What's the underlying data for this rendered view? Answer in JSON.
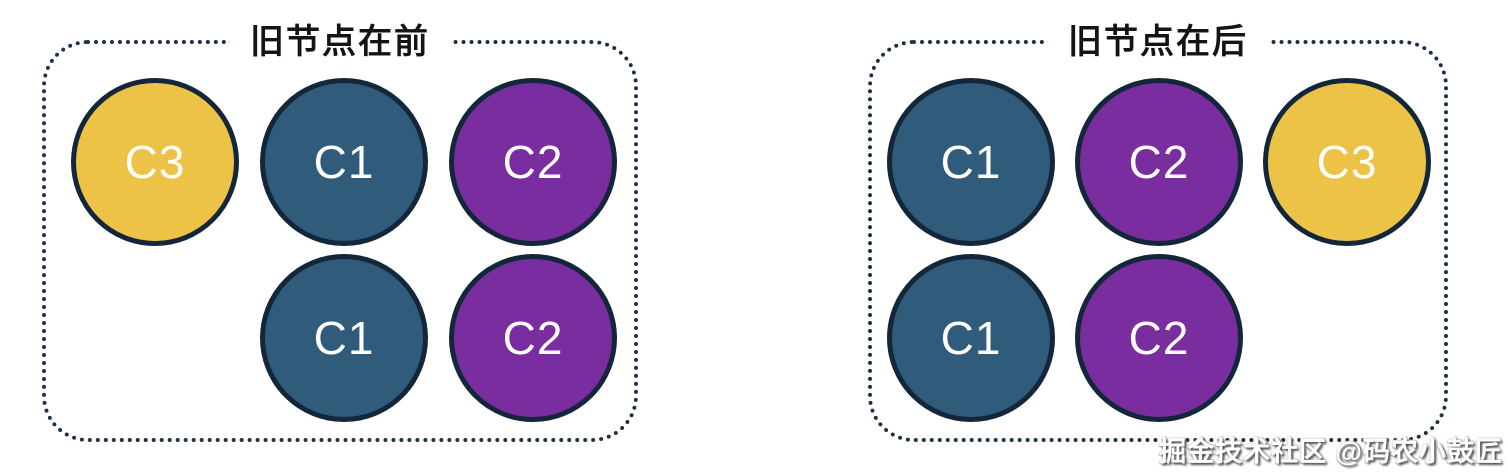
{
  "panels": [
    {
      "title": "旧节点在前",
      "circles": [
        {
          "label": "C3",
          "color": "#ecc247",
          "row": 0,
          "col": 0
        },
        {
          "label": "C1",
          "color": "#305b7a",
          "row": 0,
          "col": 1
        },
        {
          "label": "C2",
          "color": "#7a2d9f",
          "row": 0,
          "col": 2
        },
        {
          "label": "C1",
          "color": "#305b7a",
          "row": 1,
          "col": 1
        },
        {
          "label": "C2",
          "color": "#7a2d9f",
          "row": 1,
          "col": 2
        }
      ]
    },
    {
      "title": "旧节点在后",
      "circles": [
        {
          "label": "C1",
          "color": "#305b7a",
          "row": 0,
          "col": 0
        },
        {
          "label": "C2",
          "color": "#7a2d9f",
          "row": 0,
          "col": 1
        },
        {
          "label": "C3",
          "color": "#ecc247",
          "row": 0,
          "col": 2
        },
        {
          "label": "C1",
          "color": "#305b7a",
          "row": 1,
          "col": 0
        },
        {
          "label": "C2",
          "color": "#7a2d9f",
          "row": 1,
          "col": 1
        }
      ]
    }
  ],
  "watermark": {
    "text": "掘金技术社区 @码农小鼓匠"
  },
  "colors": {
    "node_yellow": "#ecc247",
    "node_teal": "#305b7a",
    "node_purple": "#7a2d9f",
    "node_border": "#13263a",
    "panel_border": "#1c3149",
    "title_text": "#141414",
    "node_label_text": "#ffffff",
    "background": "#ffffff"
  }
}
